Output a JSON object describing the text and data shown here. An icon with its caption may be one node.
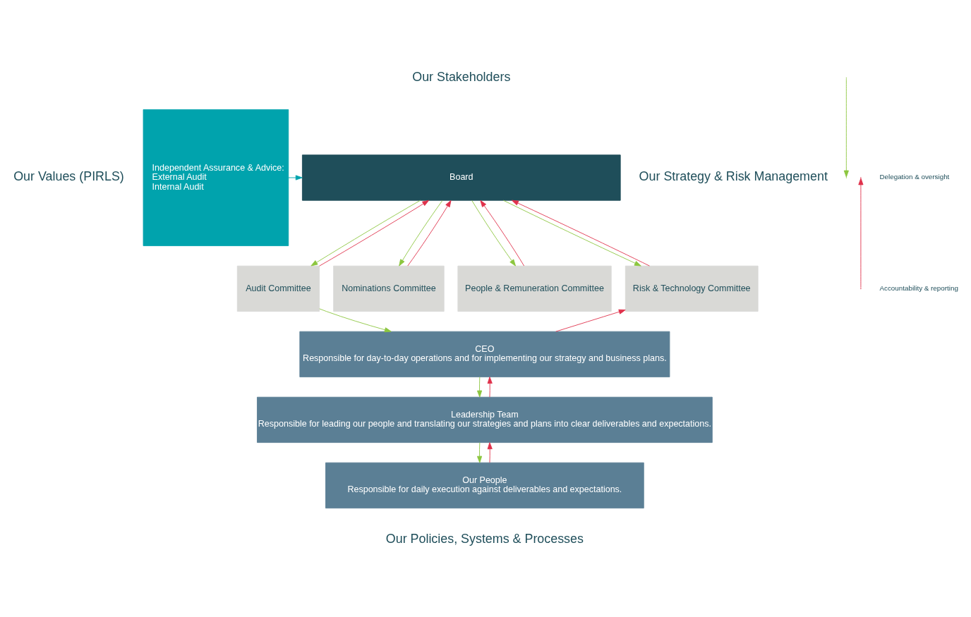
{
  "diagram": {
    "nodes": [
      {
        "text": [
          "Independent Assurance & Advice:",
          "External Audit",
          "Internal Audit"
        ]
      },
      {
        "text": [
          "Board"
        ]
      },
      {
        "text": [
          "Audit Committee"
        ]
      },
      {
        "text": [
          "Nominations Committee"
        ]
      },
      {
        "text": [
          "People & Remuneration Committee"
        ]
      },
      {
        "text": [
          "Risk & Technology Committee"
        ]
      },
      {
        "text": [
          "CEO",
          "Responsible for day-to-day operations and for implementing our strategy and business plans."
        ]
      },
      {
        "text": [
          "Leadership Team",
          "Responsible for leading our people and translating our strategies and plans into clear deliverables and expectations."
        ]
      },
      {
        "text": [
          "Our People",
          "Responsible for daily execution against deliverables and expectations."
        ]
      }
    ],
    "edges": [
      {
        "from": 0,
        "to": 1,
        "arrow": "to",
        "color": "#00a3ad"
      },
      {
        "from": 1,
        "to": 2,
        "arrow": "to",
        "color": "#8cc63f"
      },
      {
        "from": 2,
        "to": 1,
        "arrow": "to",
        "color": "#e0314b"
      },
      {
        "from": 1,
        "to": 3,
        "arrow": "to",
        "color": "#8cc63f"
      },
      {
        "from": 3,
        "to": 1,
        "arrow": "to",
        "color": "#e0314b"
      },
      {
        "from": 1,
        "to": 4,
        "arrow": "to",
        "color": "#8cc63f"
      },
      {
        "from": 4,
        "to": 1,
        "arrow": "to",
        "color": "#e0314b"
      },
      {
        "from": 1,
        "to": 5,
        "arrow": "to",
        "color": "#8cc63f"
      },
      {
        "from": 5,
        "to": 1,
        "arrow": "to",
        "color": "#e0314b"
      },
      {
        "from": 2,
        "to": 6,
        "arrow": "to",
        "color": "#8cc63f"
      },
      {
        "from": 6,
        "to": 5,
        "arrow": "to",
        "color": "#e0314b"
      },
      {
        "from": 6,
        "to": 7,
        "arrow": "to",
        "color": "#8cc63f"
      },
      {
        "from": 7,
        "to": 6,
        "arrow": "to",
        "color": "#e0314b"
      },
      {
        "from": 7,
        "to": 8,
        "arrow": "to",
        "color": "#8cc63f"
      },
      {
        "from": 8,
        "to": 7,
        "arrow": "to",
        "color": "#e0314b"
      }
    ],
    "labels": [
      "Our Stakeholders",
      "Our Values (PIRLS)",
      "Our Strategy & Risk Management",
      "Our Policies, Systems & Processes"
    ],
    "legend": [
      {
        "text": "Delegation & oversight"
      },
      {
        "text": "Accountability & reporting"
      }
    ]
  }
}
